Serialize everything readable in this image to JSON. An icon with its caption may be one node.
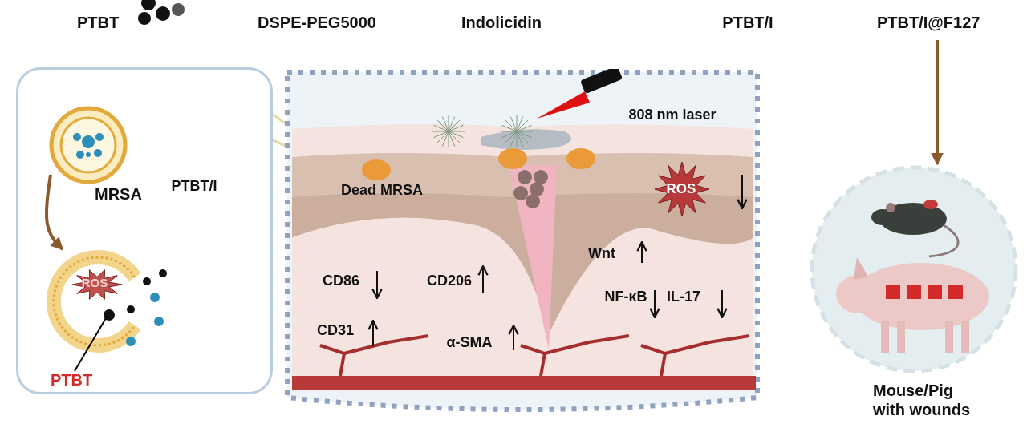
{
  "diagram": {
    "nodes": [
      {
        "text": [
          "PTBT/I@F127"
        ]
      },
      {
        "text": [
          "Mouse/Pig with wounds"
        ]
      },
      {
        "text": [],
        "shape": "box"
      },
      {
        "text": [
          "MRSA"
        ],
        "in": 2
      },
      {
        "text": [],
        "shape": "picture",
        "in": 2
      },
      {
        "text": [
          "PTBT"
        ],
        "in": 2
      },
      {
        "text": [],
        "shape": "circle",
        "in": 4
      },
      {
        "text": [],
        "shape": "box"
      }
    ],
    "edges": [
      {
        "from": 0,
        "to": 1,
        "arrow": "to"
      },
      {
        "from": 3,
        "to": 4,
        "arrow": "to"
      },
      {
        "from": 5,
        "to": 6,
        "arrow": "none",
        "color": "#000000"
      }
    ],
    "labels": [
      "PTBT",
      "DSPE-PEG5000",
      "Indolicidin",
      "PTBT/I",
      "PTBT/I",
      "ROS",
      "808 nm laser",
      "Dead MRSA",
      "ROS",
      "Wnt",
      "CD86",
      "CD206",
      "NF-κB",
      "IL-17",
      "CD31",
      "α-SMA"
    ]
  }
}
